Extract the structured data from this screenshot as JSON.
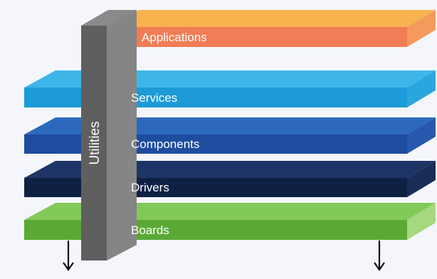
{
  "diagram": {
    "layers": [
      {
        "id": "applications",
        "label": "Applications",
        "color": "#f4a44a",
        "front_color": "#f07e52"
      },
      {
        "id": "services",
        "label": "Services",
        "color": "#36b1e6",
        "front_color": "#1b98d5"
      },
      {
        "id": "components",
        "label": "Components",
        "color": "#2a64b8",
        "front_color": "#1f4a9e"
      },
      {
        "id": "drivers",
        "label": "Drivers",
        "color": "#1b2f5c",
        "front_color": "#0f1f45"
      },
      {
        "id": "boards",
        "label": "Boards",
        "color": "#7cc451",
        "front_color": "#5aa833"
      }
    ],
    "utilities": {
      "label": "Utilities",
      "color": "#6b6b6b",
      "side_color": "#4d4d4d"
    },
    "arrows": [
      "down-arrow-left",
      "down-arrow-right"
    ]
  }
}
